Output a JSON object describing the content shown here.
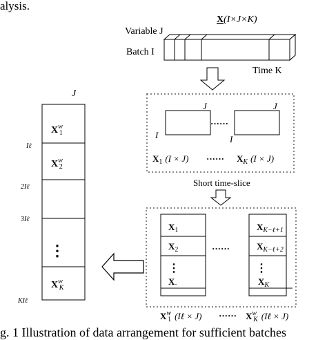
{
  "header_text": "alysis.",
  "tensor": {
    "label_bold": "X",
    "label_dims": "(I×J×K)",
    "variable_label": "Variable J",
    "batch_label": "Batch I",
    "time_label": "Time K"
  },
  "top_box": {
    "j_left": "J",
    "j_right": "J",
    "i_left": "I",
    "i_right": "I",
    "dots": "······",
    "formula_left_x": "X",
    "formula_left_sub": "1",
    "formula_left_dims": "(I × J)",
    "formula_dots": "······",
    "formula_right_x": "X",
    "formula_right_sub": "K",
    "formula_right_dims": "(I × J)"
  },
  "slice_label": "Short time-slice",
  "bottom_box": {
    "left_cells": [
      {
        "x": "X",
        "sub": "1"
      },
      {
        "x": "X",
        "sub": "2"
      },
      {
        "x": "⋮",
        "sub": ""
      },
      {
        "x": "X",
        "sub": "·"
      }
    ],
    "right_cells": [
      {
        "x": "X",
        "sub": "K−ℓ+1"
      },
      {
        "x": "X",
        "sub": "K−ℓ+2"
      },
      {
        "x": "⋮",
        "sub": ""
      },
      {
        "x": "X",
        "sub": "K"
      }
    ],
    "mid_dots": "······",
    "formula_left_x": "X",
    "formula_left_sup": "w",
    "formula_left_sub": "1",
    "formula_left_dims": "(Iℓ × J)",
    "formula_dots": "······",
    "formula_right_x": "X",
    "formula_right_sup": "w",
    "formula_right_sub": "K",
    "formula_right_dims": "(Iℓ × J)"
  },
  "stacked": {
    "j_label": "J",
    "cells": [
      {
        "x": "X",
        "sup": "w",
        "sub": "1"
      },
      {
        "x": "X",
        "sup": "w",
        "sub": "2"
      },
      {
        "x": "⋮",
        "sup": "",
        "sub": ""
      },
      {
        "x": "X",
        "sup": "w",
        "sub": "K"
      }
    ],
    "row_labels": [
      "Iℓ",
      "2Iℓ",
      "3Iℓ",
      "KIℓ"
    ]
  },
  "caption": "g. 1 Illustration of data arrangement for sufficient batches",
  "colors": {
    "line": "#000000",
    "dotted_border": "#888888",
    "background": "#ffffff"
  }
}
